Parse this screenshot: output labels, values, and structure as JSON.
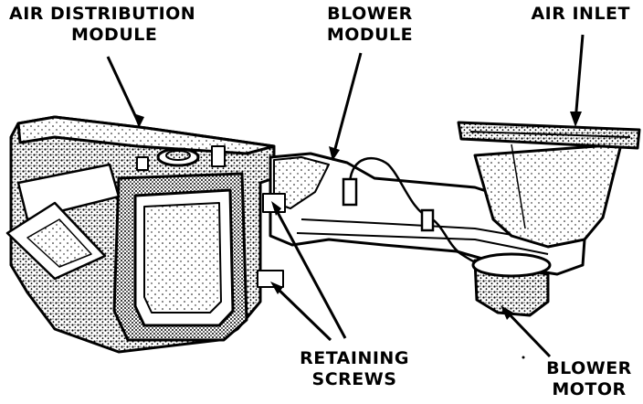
{
  "labels": {
    "air_distribution_module": [
      "AIR DISTRIBUTION",
      "MODULE"
    ],
    "blower_module": [
      "BLOWER",
      "MODULE"
    ],
    "air_inlet": [
      "AIR INLET"
    ],
    "retaining_screws": [
      "RETAINING",
      "SCREWS"
    ],
    "blower_motor": [
      "BLOWER",
      "MOTOR"
    ]
  },
  "colors": {
    "ink": "#000000",
    "paper": "#ffffff",
    "stipple": "#555555"
  }
}
